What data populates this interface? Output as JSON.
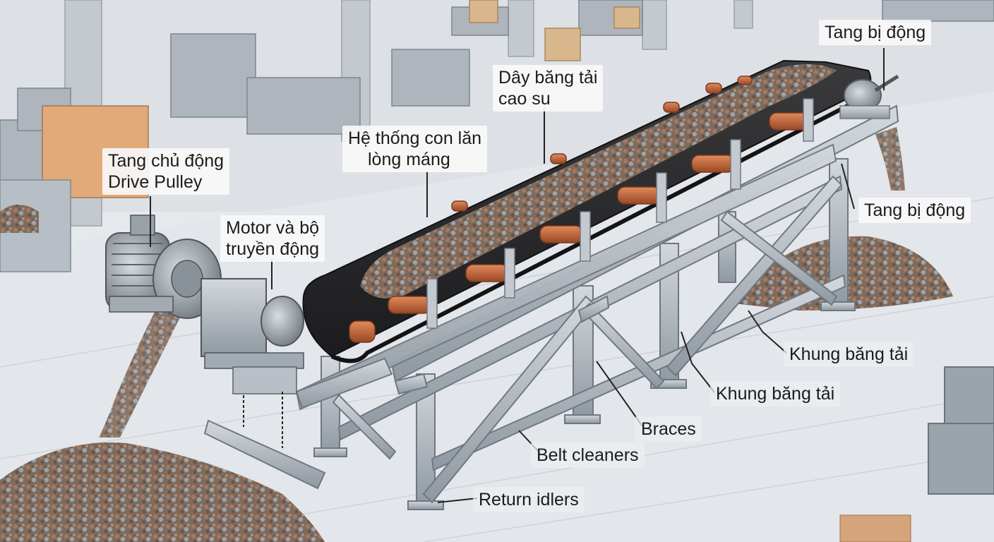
{
  "labels": {
    "tail_pulley_top": "Tang bị động",
    "belt": [
      "Dây băng tải",
      "cao su"
    ],
    "troughing_idlers": [
      "Hệ thống con lăn",
      "lòng máng"
    ],
    "drive_pulley": [
      "Tang chủ động",
      "Drive Pulley"
    ],
    "motor": [
      "Motor và bộ",
      "truyền động"
    ],
    "tail_pulley_right": "Tang bị động",
    "frame_1": "Khung băng tải",
    "frame_2": "Khung băng tải",
    "braces": "Braces",
    "belt_cleaners": "Belt cleaners",
    "return_idlers": "Return idlers"
  },
  "colors": {
    "background": "#e6e9ec",
    "steel": "#b9c0c7",
    "steel_dark": "#6f7880",
    "belt": "#2b2b2d",
    "roller": "#c0643a",
    "material": "#8a6a55",
    "leader": "#222222"
  }
}
